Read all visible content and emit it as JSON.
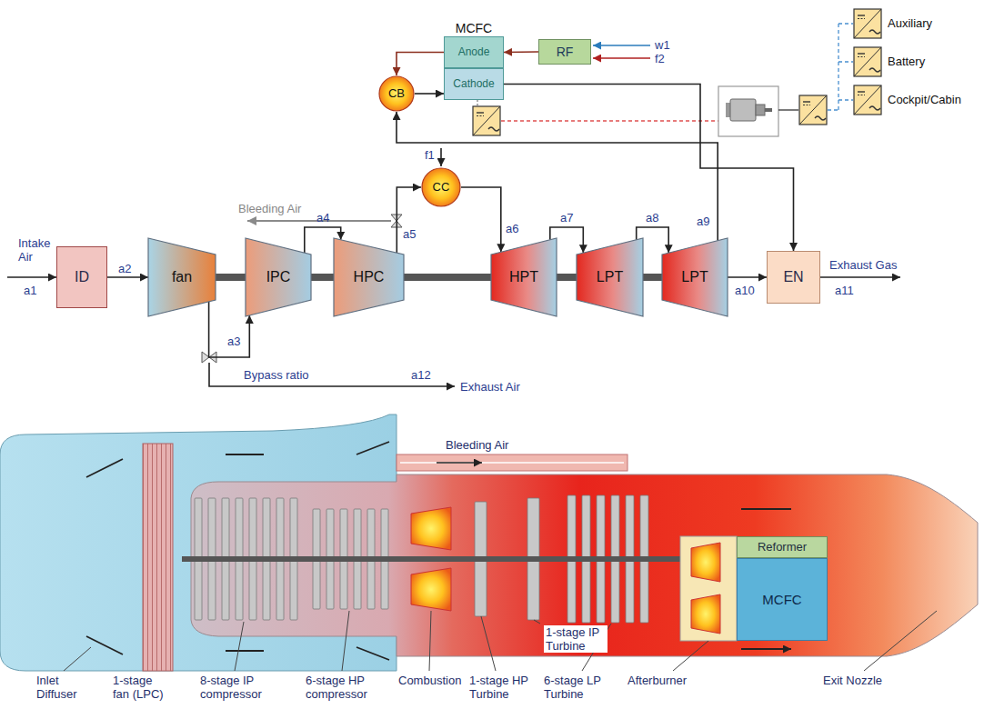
{
  "diagram": {
    "nodes": [
      {
        "text": [
          "MCFC"
        ]
      },
      {
        "text": [
          "Anode"
        ],
        "in": 0
      },
      {
        "text": [
          "Cathode"
        ],
        "in": 0
      },
      {
        "text": [
          "RF"
        ]
      },
      {
        "text": [
          "CB"
        ]
      },
      {
        "text": [
          "Auxiliary"
        ]
      },
      {
        "text": [
          "Battery"
        ]
      },
      {
        "text": [
          "Cockpit/Cabin"
        ]
      },
      {
        "text": [
          "CC"
        ]
      },
      {
        "text": [
          "ID"
        ]
      },
      {
        "text": [
          "fan"
        ]
      },
      {
        "text": [
          "IPC"
        ]
      },
      {
        "text": [
          "HPC"
        ]
      },
      {
        "text": [
          "HPT"
        ]
      },
      {
        "text": [
          "LPT"
        ]
      },
      {
        "text": [
          "LPT"
        ]
      },
      {
        "text": [
          "EN"
        ]
      },
      {
        "text": [
          "Reformer"
        ]
      },
      {
        "text": [
          "MCFC"
        ]
      }
    ],
    "edges": [
      {
        "from": 3,
        "to": 1,
        "arrow": "to"
      },
      {
        "from": 1,
        "to": 4,
        "arrow": "to"
      },
      {
        "from": 4,
        "to": 2,
        "arrow": "to"
      },
      {
        "from": 15,
        "to": 4,
        "arrow": "to"
      },
      {
        "from": 2,
        "to": 16,
        "arrow": "to"
      },
      {
        "from": 15,
        "to": 16,
        "arrow": "to"
      },
      {
        "from": 9,
        "to": 10,
        "arrow": "to"
      },
      {
        "from": 10,
        "to": 11,
        "arrow": "to"
      },
      {
        "from": 11,
        "to": 12,
        "arrow": "to"
      },
      {
        "from": 12,
        "to": 8,
        "arrow": "to"
      },
      {
        "from": 8,
        "to": 13,
        "arrow": "to"
      },
      {
        "from": 13,
        "to": 14,
        "arrow": "to"
      },
      {
        "from": 14,
        "to": 15,
        "arrow": "to"
      }
    ],
    "labels": [
      "Intake Air",
      "a1",
      "a2",
      "a3",
      "a4",
      "a5",
      "a6",
      "a7",
      "a8",
      "a9",
      "a10",
      "a11",
      "a12",
      "Bleeding Air",
      "f1",
      "w1",
      "f2",
      "Bypass ratio",
      "Exhaust Air",
      "Exhaust Gas",
      "Bleeding Air",
      "Inlet Diffuser",
      "1-stage fan (LPC)",
      "8-stage IP compressor",
      "6-stage HP compressor",
      "Combustion",
      "1-stage IP Turbine",
      "1-stage HP Turbine",
      "6-stage LP Turbine",
      "Afterburner",
      "Exit Nozzle"
    ]
  }
}
